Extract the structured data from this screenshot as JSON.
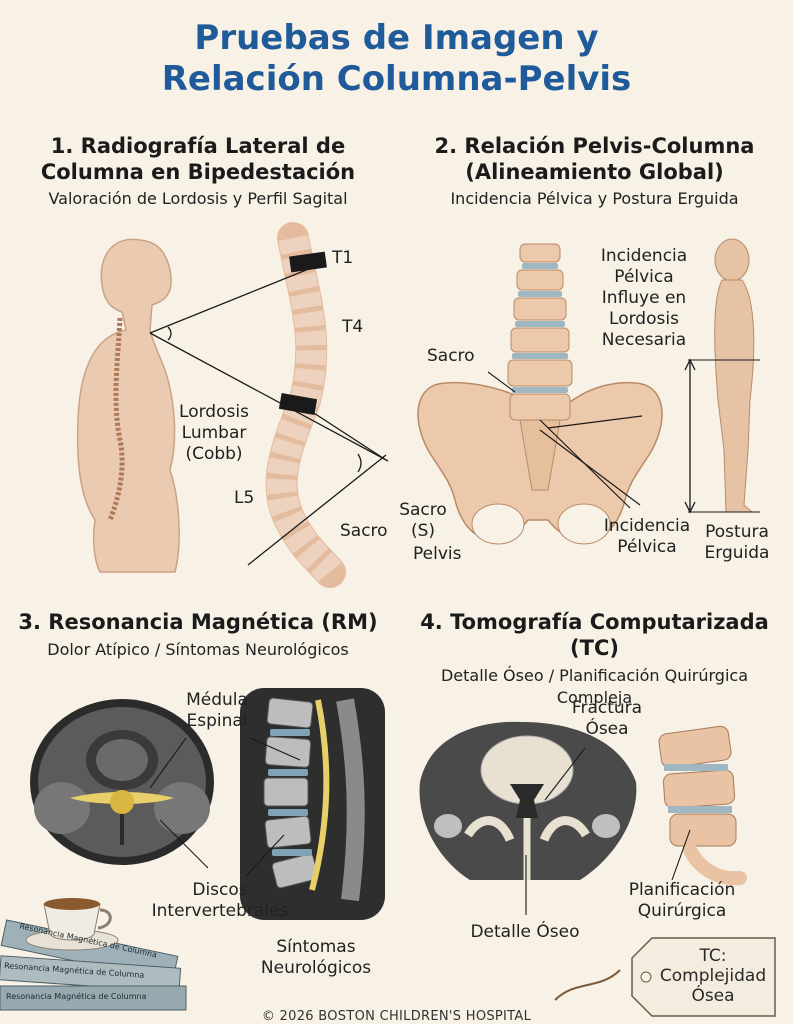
{
  "title": {
    "line1": "Pruebas de Imagen y",
    "line2": "Relación Columna-Pelvis"
  },
  "sections": [
    {
      "heading_line1": "1. Radiografía Lateral de",
      "heading_line2": "Columna en Bipedestación",
      "subtitle": "Valoración de Lordosis y Perfil Sagital",
      "labels": {
        "t1": "T1",
        "t4": "T4",
        "lordosis1": "Lordosis",
        "lordosis2": "Lumbar",
        "lordosis3": "(Cobb)",
        "l5": "L5",
        "sacro": "Sacro"
      }
    },
    {
      "heading_line1": "2. Relación Pelvis-Columna",
      "heading_line2": "(Alineamiento Global)",
      "subtitle": "Incidencia Pélvica y Postura Erguida",
      "labels": {
        "incidence_note": [
          "Incidencia",
          "Pélvica",
          "Influye en",
          "Lordosis",
          "Necesaria"
        ],
        "sacro_top": "Sacro",
        "sacro_s1": "Sacro",
        "sacro_s2": "(S)",
        "pelvis": "Pelvis",
        "incidencia1": "Incidencia",
        "incidencia2": "Pélvica",
        "postura1": "Postura",
        "postura2": "Erguida"
      }
    },
    {
      "heading": "3. Resonancia Magnética (RM)",
      "subtitle": "Dolor Atípico / Síntomas Neurológicos",
      "labels": {
        "medula1": "Médula",
        "medula2": "Espinal",
        "discos1": "Discos",
        "discos2": "Intervertebrales",
        "sintomas1": "Síntomas",
        "sintomas2": "Neurológicos"
      },
      "book_titles": [
        "Resonancia Magnética de Columna",
        "Resonancia Magnética de Columna",
        "Resonancia Magnética de Columna"
      ]
    },
    {
      "heading": "4. Tomografía Computarizada (TC)",
      "subtitle_line1": "Detalle Óseo / Planificación Quirúrgica",
      "subtitle_line2": "Compleja",
      "labels": {
        "fractura1": "Fractura",
        "fractura2": "Ósea",
        "detalle": "Detalle Óseo",
        "planif1": "Planificación",
        "planif2": "Quirúrgica"
      },
      "tag": {
        "line1": "TC:",
        "line2": "Complejidad",
        "line3": "Ósea"
      }
    }
  ],
  "footer": "© 2026 BOSTON CHILDREN'S HOSPITAL",
  "colors": {
    "title": "#1f5a9a",
    "background": "#f7f1e6",
    "bone": "#e9c6a6",
    "skin": "#e7c3a6",
    "disc": "#9fb7c3"
  }
}
